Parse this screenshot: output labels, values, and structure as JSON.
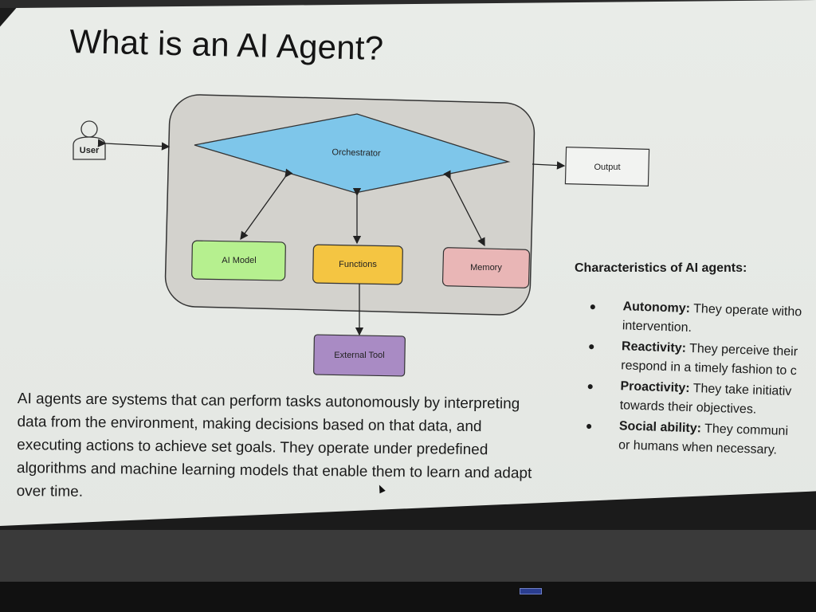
{
  "slide": {
    "title": "What is an AI Agent?",
    "description": "AI agents are systems that can perform tasks autonomously by interpreting data from the environment, making decisions based on that data, and executing actions to achieve set goals. They operate under predefined algorithms and machine learning models that enable them to learn and adapt over time."
  },
  "diagram": {
    "user_label": "User",
    "orchestrator_label": "Orchestrator",
    "output_label": "Output",
    "ai_model_label": "AI Model",
    "functions_label": "Functions",
    "memory_label": "Memory",
    "external_tool_label": "External Tool",
    "colors": {
      "container": "#d3d2cd",
      "orchestrator": "#7ec6ea",
      "ai_model": "#b6f08f",
      "functions": "#f4c542",
      "memory": "#e9b6b6",
      "external_tool": "#a98bc4"
    }
  },
  "characteristics": {
    "heading": "Characteristics of AI agents:",
    "items": [
      {
        "term": "Autonomy:",
        "text_line1": "They operate witho",
        "text_line2": "intervention."
      },
      {
        "term": "Reactivity:",
        "text_line1": "They perceive their",
        "text_line2": "respond in a timely fashion to c"
      },
      {
        "term": "Proactivity:",
        "text_line1": "They take initiativ",
        "text_line2": "towards their objectives."
      },
      {
        "term": "Social ability:",
        "text_line1": "They communi",
        "text_line2": "or humans when necessary."
      }
    ]
  }
}
